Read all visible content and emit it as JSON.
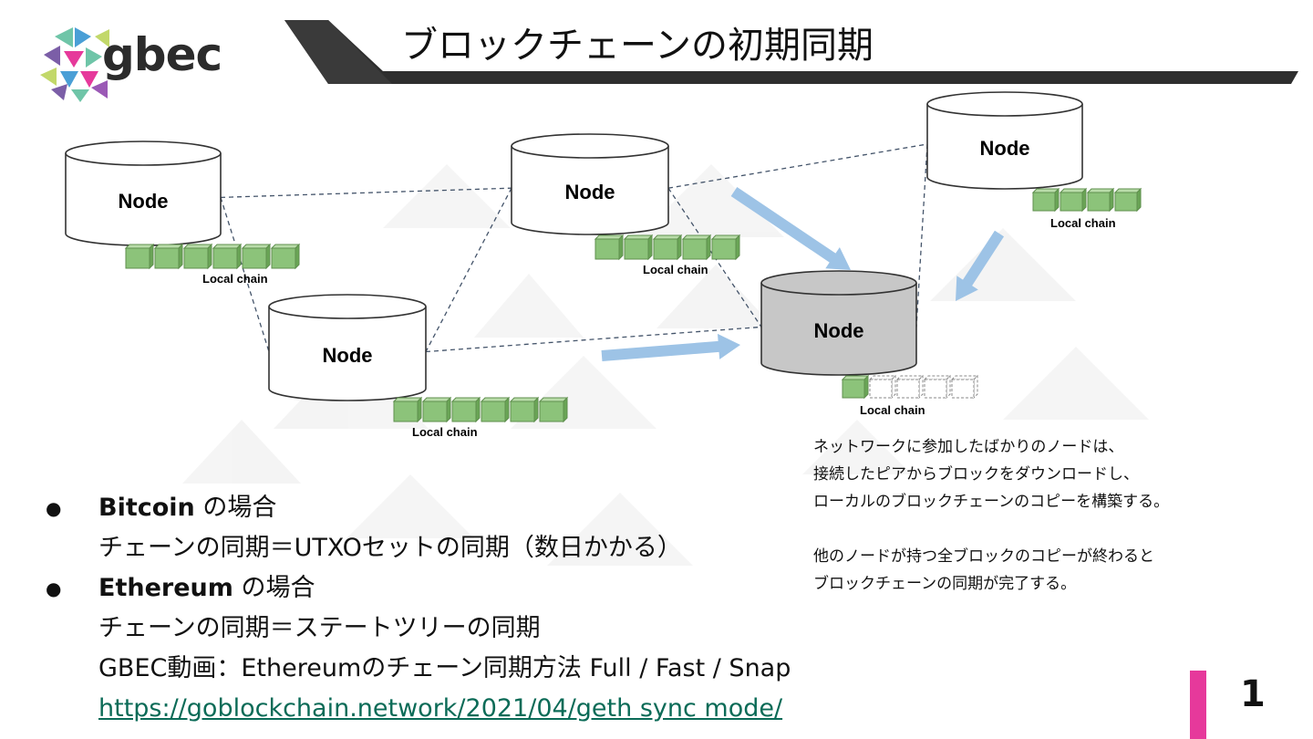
{
  "header": {
    "brand": "gbec",
    "title": "ブロックチェーンの初期同期"
  },
  "nodes": [
    {
      "id": "n1",
      "label": "Node",
      "style": "white",
      "chain_label": "Local chain",
      "blocks": 6,
      "empty_blocks": 0
    },
    {
      "id": "n2",
      "label": "Node",
      "style": "white",
      "chain_label": "Local chain",
      "blocks": 5,
      "empty_blocks": 0
    },
    {
      "id": "n3",
      "label": "Node",
      "style": "white",
      "chain_label": "Local chain",
      "blocks": 4,
      "empty_blocks": 0
    },
    {
      "id": "n4",
      "label": "Node",
      "style": "white",
      "chain_label": "Local chain",
      "blocks": 6,
      "empty_blocks": 0
    },
    {
      "id": "n5",
      "label": "Node",
      "style": "gray",
      "chain_label": "Local chain",
      "blocks": 1,
      "empty_blocks": 4
    }
  ],
  "connections": [
    [
      "n1",
      "n2"
    ],
    [
      "n1",
      "n4"
    ],
    [
      "n2",
      "n4"
    ],
    [
      "n2",
      "n3"
    ],
    [
      "n2",
      "n5"
    ],
    [
      "n4",
      "n5"
    ],
    [
      "n3",
      "n5"
    ]
  ],
  "sync_arrows": [
    "n2→n5",
    "n4→n5",
    "n3→n5"
  ],
  "description": {
    "lines1": [
      "ネットワークに参加したばかりのノードは、",
      "接続したピアからブロックをダウンロードし、",
      "ローカルのブロックチェーンのコピーを構築する。"
    ],
    "lines2": [
      "他のノードが持つ全ブロックのコピーが終わると",
      "ブロックチェーンの同期が完了する。"
    ]
  },
  "bullets": {
    "b1_head": "Bitcoin",
    "b1_tail": " の場合",
    "b1_sub": "チェーンの同期＝UTXOセットの同期（数日かかる）",
    "b2_head": "Ethereum",
    "b2_tail": " の場合",
    "b2_sub1": "チェーンの同期＝ステートツリーの同期",
    "b2_sub2": "GBEC動画：Ethereumのチェーン同期方法 Full / Fast / Snap",
    "link": "https://goblockchain.network/2021/04/geth sync mode/"
  },
  "page_number": "1",
  "colors": {
    "accent": "#e6399b",
    "block_green": "#8cc37a",
    "arrow_blue": "#9dc3e6",
    "node_gray": "#c7c7c7",
    "link": "#0b6b57"
  }
}
